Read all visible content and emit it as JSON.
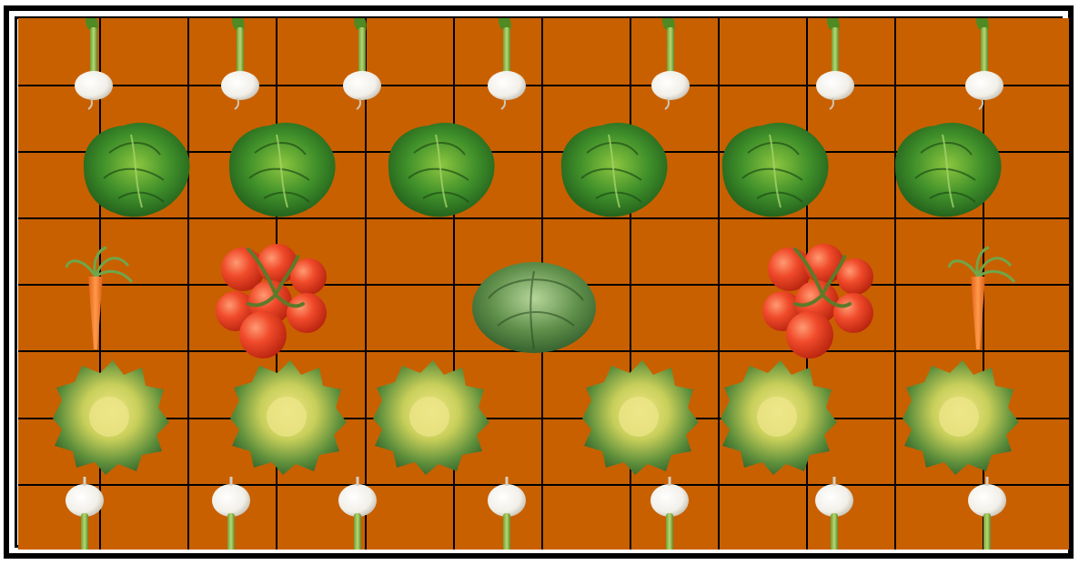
{
  "board": {
    "soil_color": "#c96000",
    "grid_color": "#000000",
    "frame_color": "#000000",
    "columns": 12,
    "rows": 8
  },
  "rows": [
    {
      "kind": "turnip",
      "count": 7
    },
    {
      "kind": "lettuce",
      "count": 6
    },
    {
      "kind": "mixed",
      "items": [
        "carrot",
        "tomato-vine",
        "savoy-cabbage",
        "tomato-vine",
        "carrot"
      ]
    },
    {
      "kind": "frisee-endive",
      "count": 6
    },
    {
      "kind": "garlic-onion",
      "count": 7
    }
  ]
}
